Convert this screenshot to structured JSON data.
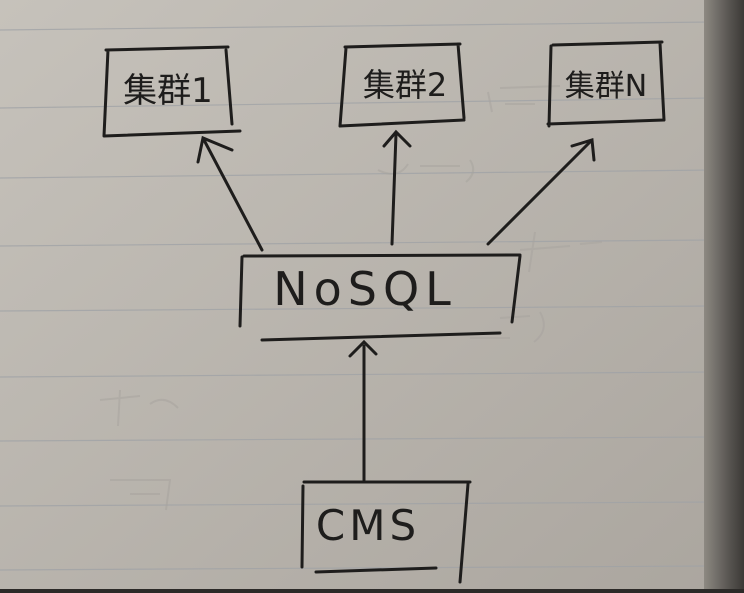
{
  "nodes": {
    "cluster_1": {
      "label": "集群1"
    },
    "cluster_2": {
      "label": "集群2"
    },
    "cluster_n": {
      "label": "集群N"
    },
    "nosql": {
      "label": "NoSQL"
    },
    "cms": {
      "label": "CMS"
    }
  },
  "edges": [
    {
      "from": "cms",
      "to": "nosql"
    },
    {
      "from": "nosql",
      "to": "cluster_1"
    },
    {
      "from": "nosql",
      "to": "cluster_2"
    },
    {
      "from": "nosql",
      "to": "cluster_n"
    }
  ],
  "colors": {
    "paper": "#bdb8b1",
    "ink": "#1e1d1c",
    "rule_line": "#9fa2a6",
    "ghost_ink": "#a8a49f"
  }
}
